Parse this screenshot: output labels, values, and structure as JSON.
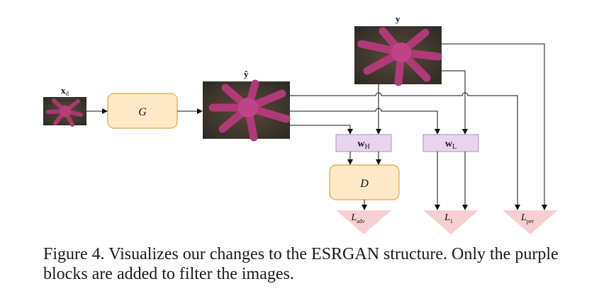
{
  "diagram": {
    "image_labels": {
      "input": "x",
      "input_sub": "d",
      "output": "ŷ",
      "target": "y"
    },
    "generator": "G",
    "discriminator": "D",
    "filter_high": {
      "main": "w",
      "sub": "H"
    },
    "filter_low": {
      "main": "w",
      "sub": "L"
    },
    "loss_adv": {
      "main": "L",
      "sub": "adv"
    },
    "loss_l1": {
      "main": "L",
      "sub": "1"
    },
    "loss_per": {
      "main": "L",
      "sub": "per"
    },
    "colors": {
      "module_fill": "#fde9c8",
      "module_stroke": "#e3a33a",
      "filter_fill": "#e6d5ec",
      "filter_stroke": "#b08cc0",
      "loss_fill": "#f7cfd0",
      "line": "#111111"
    }
  },
  "caption": {
    "text": "Figure 4. Visualizes our changes to the ESRGAN structure. Only the purple blocks are added to filter the images."
  }
}
